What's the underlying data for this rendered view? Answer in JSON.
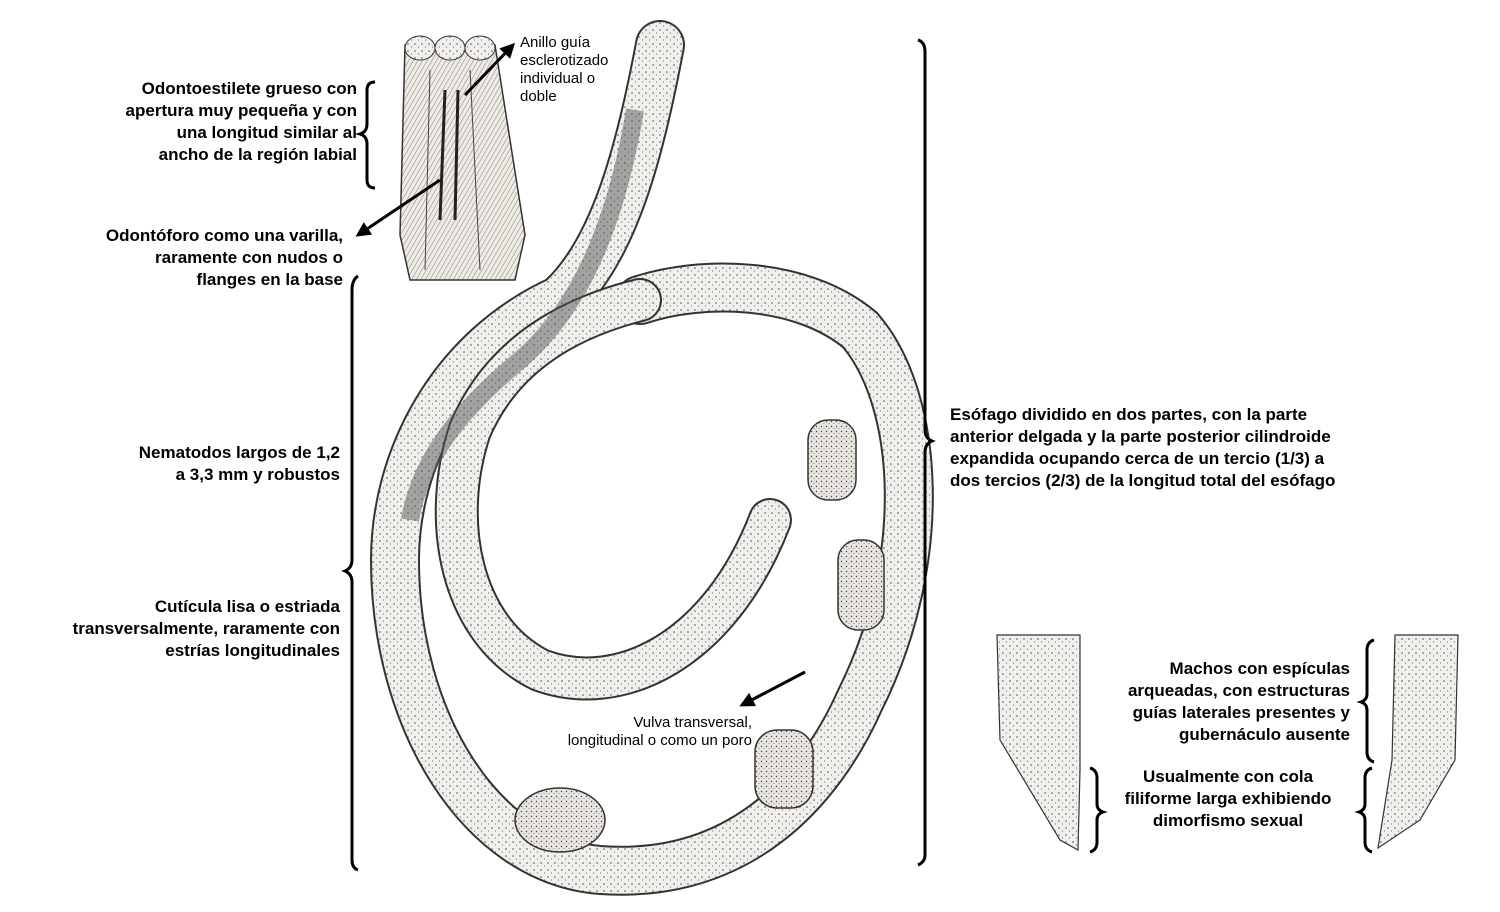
{
  "labels": {
    "stylet": "Odontoestilete grueso con\napertura muy pequeña y con\nuna longitud similar al\nancho de la región labial",
    "guide_ring": "Anillo guía\nesclerotizado\nindividual o\ndoble",
    "odontophore": "Odontóforo como una varilla,\nraramente con nudos o\nflanges en la base",
    "length": "Nematodos largos de 1,2\na 3,3 mm y robustos",
    "cuticle": "Cutícula lisa o estriada\ntransversalmente, raramente con\nestrías longitudinales",
    "vulva": "Vulva transversal,\nlongitudinal o como un poro",
    "esophagus": "Esófago dividido en dos partes, con la parte\nanterior delgada y la parte posterior cilindroide\nexpandida ocupando cerca de un tercio (1/3) a\ndos tercios (2/3) de la longitud total del esófago",
    "males": "Machos con espículas\narqueadas, con estructuras\nguías laterales presentes y\ngubernáculo ausente",
    "tail": "Usualmente con cola\nfiliforme larga exhibiendo\ndimorfismo sexual"
  }
}
